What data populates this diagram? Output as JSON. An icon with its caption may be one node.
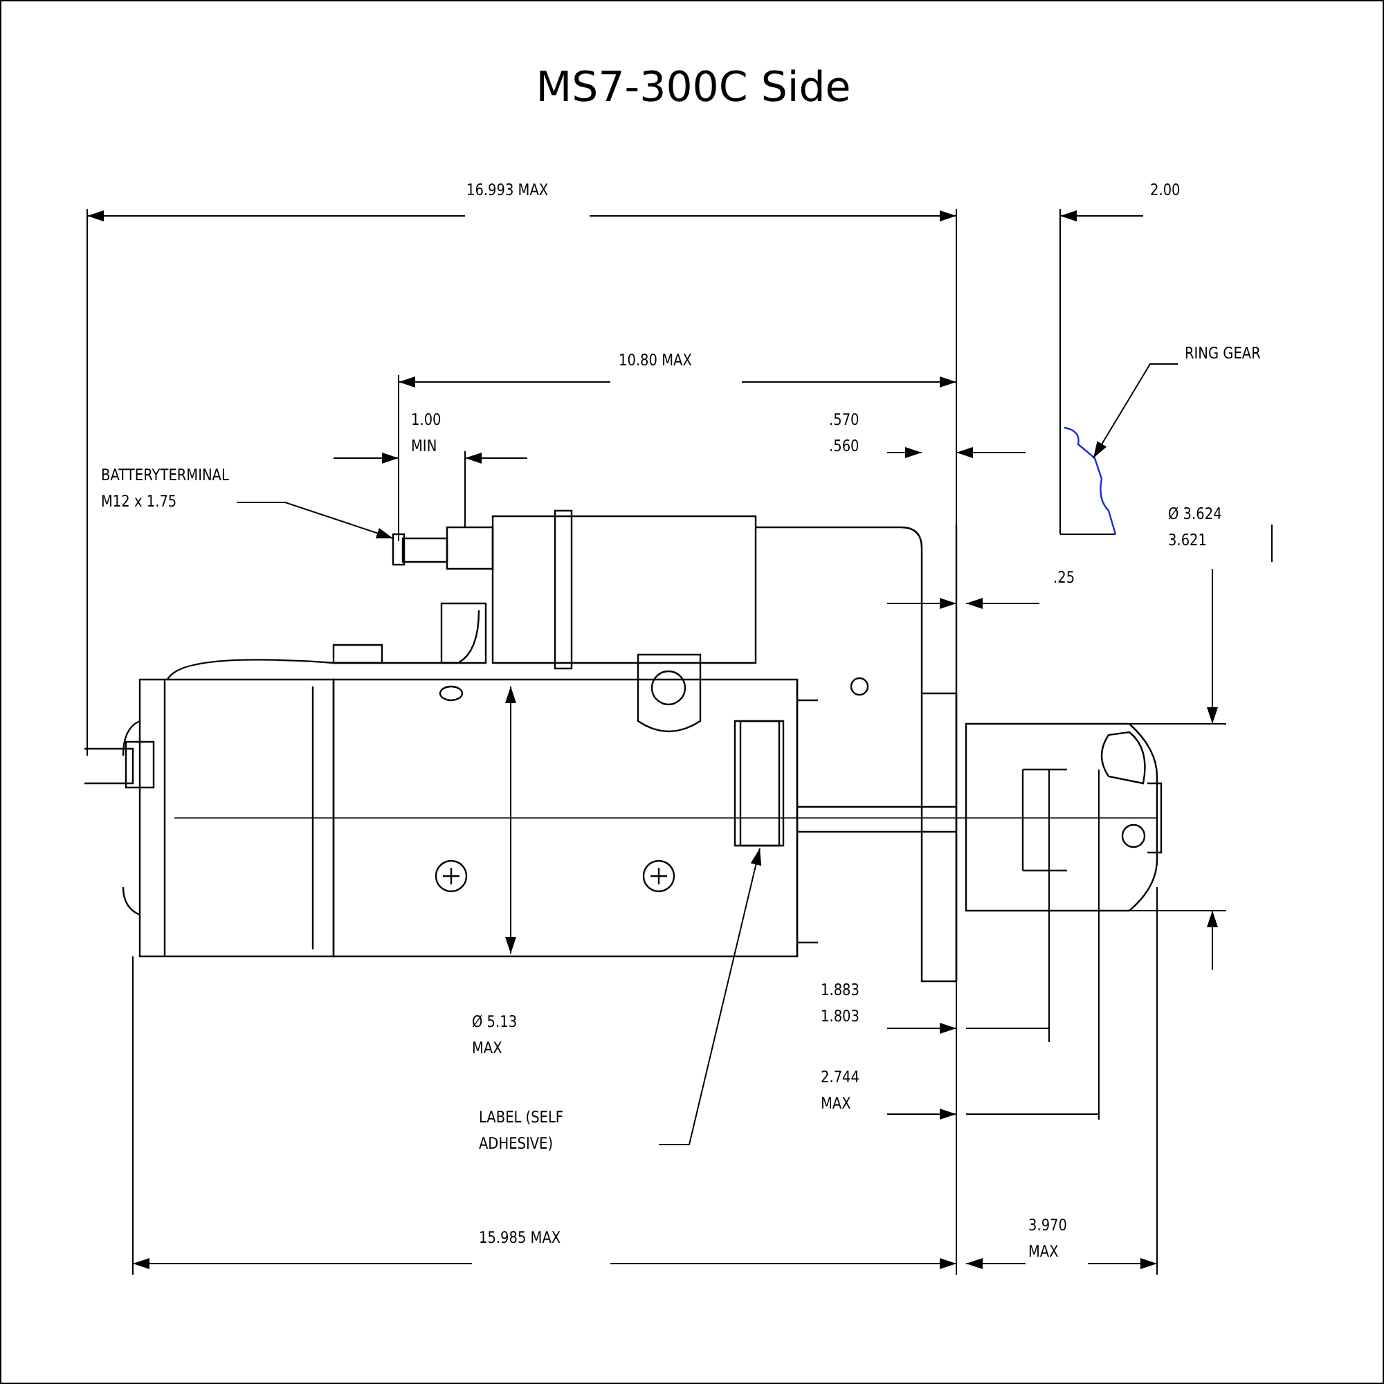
{
  "diagram": {
    "title": "MS7-300C Side",
    "nodes": [
      {
        "text": [
          "BATTERYTERMINAL M12 x 1.75"
        ]
      },
      {
        "text": [],
        "shape": "box"
      },
      {
        "text": [
          "RING GEAR"
        ]
      },
      {
        "text": [],
        "shape": "picture"
      },
      {
        "text": [
          "LABEL (SELF ADHESIVE)"
        ]
      },
      {
        "text": [],
        "shape": "box"
      }
    ],
    "edges": [
      {
        "from": 0,
        "to": 1,
        "arrow": "to"
      },
      {
        "from": 2,
        "to": 3,
        "arrow": "to"
      },
      {
        "from": 4,
        "to": 5,
        "arrow": "to"
      }
    ],
    "labels": [
      "16.993 MAX",
      "2.00",
      "10.80 MAX",
      "1.00 MIN",
      ".570 .560",
      "Ø 3.624 3.621",
      ".25",
      "Ø 5.13 MAX",
      "1.883 1.803",
      "2.744 MAX",
      "15.985 MAX",
      "3.970 MAX"
    ]
  }
}
